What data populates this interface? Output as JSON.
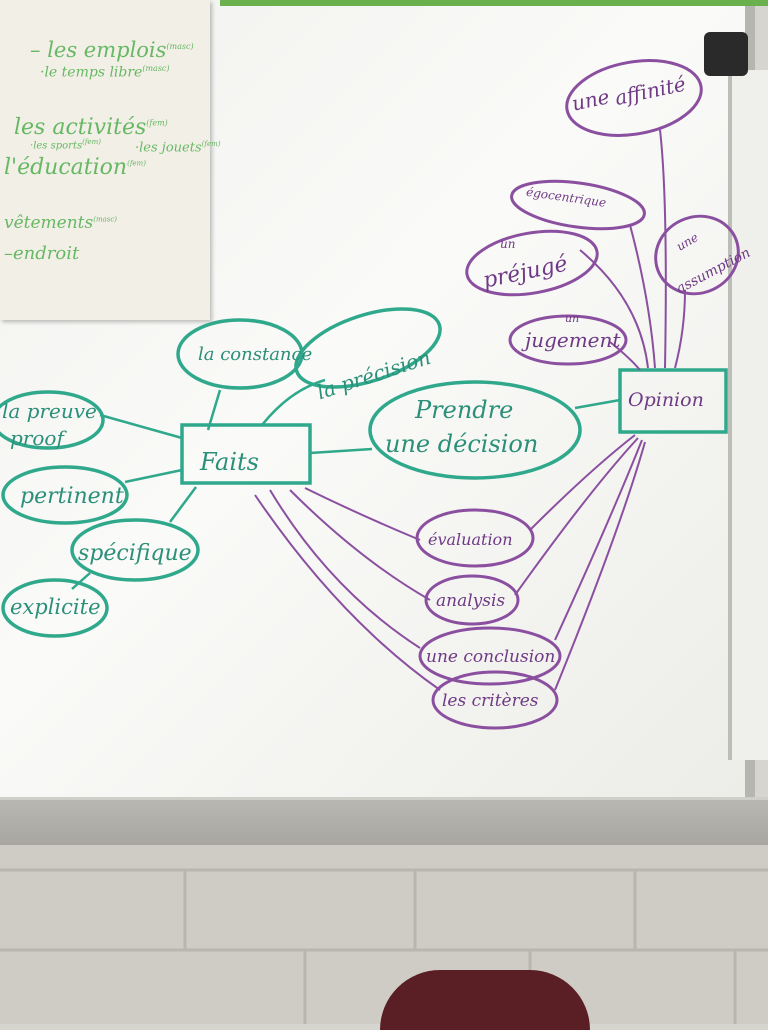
{
  "paper_notes": {
    "line1": "les emplois",
    "line1_sup": "(masc)",
    "line2": "le temps libre",
    "line2_sup": "(masc)",
    "line3": "les activités",
    "line3_sup": "(fem)",
    "line4": "les sports",
    "line4_sup": "(fem)",
    "line5": "les jouets",
    "line5_sup": "(fem)",
    "line6": "l'éducation",
    "line6_sup": "(fem)",
    "line7": "vêtements",
    "line7_sup": "(masc)",
    "line8": "endroit"
  },
  "diagram": {
    "center_facts": "Faits",
    "decision": [
      "Prendre",
      "une décision"
    ],
    "opinion": "Opinion",
    "green_nodes": {
      "constance": "la constance",
      "precision": "la précision",
      "preuve": "la preuve",
      "proof": "proof",
      "pertinent": "pertinent",
      "specifique": "spécifique",
      "explicite": "explicite"
    },
    "purple_nodes": {
      "affinite_top": "une",
      "affinite": "affinité",
      "egocentrique": "égocentrique",
      "prejuge_top": "un",
      "prejuge": "préjugé",
      "assumption_top": "une",
      "assumption": "assumption",
      "jugement_top": "un",
      "jugement": "jugement",
      "evaluation": "évaluation",
      "analysis": "analysis",
      "conclusion": "une conclusion",
      "criteres": "les critères"
    }
  },
  "colors": {
    "green_marker": "#2fa88c",
    "purple_marker": "#8b4fa0"
  }
}
